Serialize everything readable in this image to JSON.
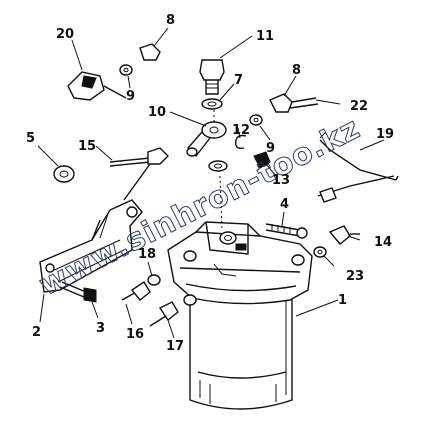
{
  "labels": {
    "p1": "1",
    "p2": "2",
    "p3": "3",
    "p4": "4",
    "p5": "5",
    "p7": "7",
    "p8a": "8",
    "p8b": "8",
    "p9a": "9",
    "p9b": "9",
    "p10": "10",
    "p11": "11",
    "p12": "12",
    "p13": "13",
    "p14": "14",
    "p15": "15",
    "p16": "16",
    "p17": "17",
    "p18": "18",
    "p19": "19",
    "p20": "20",
    "p22": "22",
    "p23": "23"
  },
  "watermark": "www.sinhron-too.kz"
}
